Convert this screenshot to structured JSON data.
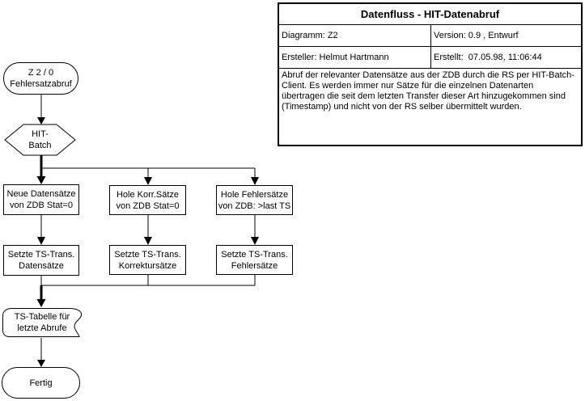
{
  "infobox": {
    "title": "Datenfluss - HIT-Datenabruf",
    "diagramm": "Diagramm: Z2",
    "version": "Version: 0.9 , Entwurf",
    "ersteller": "Ersteller: Helmut Hartmann",
    "erstellt": "Erstellt:  07.05.98, 11:06:44",
    "beschreibung": "Abruf der relevanter Datensätze aus der ZDB durch die RS per HIT-Batch-Client. Es werden immer nur Sätze für die einzelnen Datenarten übertragen die seit dem letzten Transfer dieser Art hinzugekommen sind (Timestamp) und nicht von der RS selber übermittelt wurden."
  },
  "flowchart": {
    "start_terminator": {
      "line1": "Z 2 / 0",
      "line2": "Fehlersatzabruf"
    },
    "hit_batch": {
      "line1": "HIT-",
      "line2": "Batch"
    },
    "neue_datensaetze": {
      "line1": "Neue Datensätze",
      "line2": "von ZDB Stat=0"
    },
    "hole_korrsaetze": {
      "line1": "Hole Korr.Sätze",
      "line2": "von ZDB Stat=0"
    },
    "hole_fehlersaetze": {
      "line1": "Hole Fehlersätze",
      "line2": "von ZDB: >last TS"
    },
    "setze_ts_datensaetze": {
      "line1": "Setzte TS-Trans.",
      "line2": "Datensätze"
    },
    "setze_ts_korrektursaetze": {
      "line1": "Setzte TS-Trans.",
      "line2": "Korrektursätze"
    },
    "setze_ts_fehlersaetze": {
      "line1": "Setzte TS-Trans.",
      "line2": "Fehlersätze"
    },
    "ts_tabelle": {
      "line1": "TS-Tabelle für",
      "line2": "letzte Abrufe"
    },
    "end_terminator": {
      "line1": "Fertig"
    }
  },
  "colors": {
    "line": "#000000",
    "background": "#ffffff"
  }
}
